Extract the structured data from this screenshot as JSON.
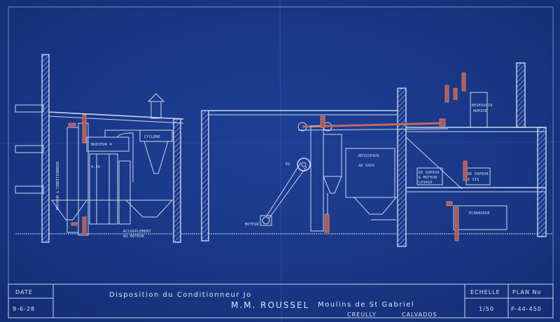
{
  "title_block": {
    "date_label": "DATE",
    "date_value": "9-6-28",
    "title_line1": "Disposition du Conditionneur Jo",
    "client": "M.M. ROUSSEL",
    "mill": "Moulins de St Gabriel",
    "town": "CREULLY",
    "department": "CALVADOS",
    "scale_label": "ECHELLE",
    "scale_value": "1/50",
    "plan_label": "PLAN No",
    "plan_value": "P-44-450"
  },
  "labels": {
    "left_plan_vertical": "BROYEUR & CONDITIONNEUR",
    "left_top_box": "CYCLONE",
    "left_box_2": "BROYEUR 4",
    "left_measure": "4,20",
    "left_bottom_note_1": "ACCOUPLEMENT",
    "left_bottom_note_2": "AU MOTEUR",
    "middle_motor": "MOTEUR",
    "middle_pulley": "RS",
    "middle_box": "BOISSEAUX",
    "middle_box_2": "AU SOUS",
    "right_top_box_1": "RESERVOIR",
    "right_top_box_2": "HUMIDE",
    "right_box_a1": "DE VAPEUR",
    "right_box_a2": "& MOTEUR",
    "right_box_a3": "LEVAGE",
    "right_box_b1": "DE VAPEUR",
    "right_box_b2": "A VIS",
    "right_box_c": "ECHANGEUR"
  },
  "colors": {
    "paper": "#1a3a8c",
    "ink": "#c9d6f2",
    "accent_red": "#b05a54"
  }
}
